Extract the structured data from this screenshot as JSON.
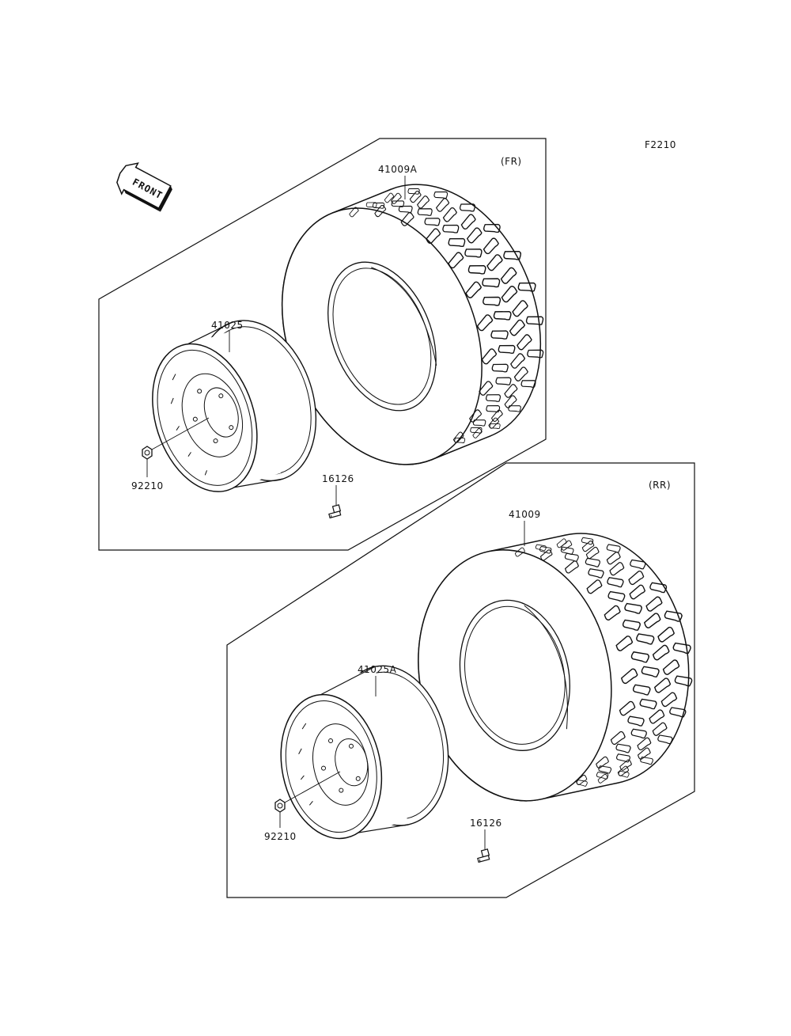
{
  "figure_code": "F2210",
  "front_arrow_text": "FRONT",
  "front_group": {
    "section_label": "(FR)",
    "tire_part": "41009A",
    "rim_part": "41025",
    "nut_part": "92210",
    "valve_part": "16126"
  },
  "rear_group": {
    "section_label": "(RR)",
    "tire_part": "41009",
    "rim_part": "41025A",
    "nut_part": "92210",
    "valve_part": "16126"
  }
}
